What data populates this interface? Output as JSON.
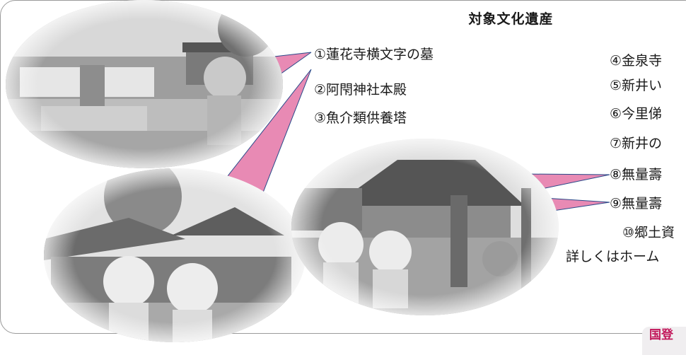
{
  "heading": "対象文化遺産",
  "items_left": [
    "①蓮花寺横文字の墓",
    "②阿閇神社本殿",
    "③魚介類供養塔"
  ],
  "items_right": [
    "④金泉寺",
    "⑤新井い",
    "⑥今里俤",
    "⑦新井の",
    "⑧無量壽",
    "⑨無量壽",
    "⑩郷土資"
  ],
  "footer_text": "詳しくはホーム",
  "badge_text": "国登",
  "colors": {
    "connector": "#e88ab4",
    "connector_stroke": "#2a4a8a",
    "badge_text": "#c2185b"
  }
}
